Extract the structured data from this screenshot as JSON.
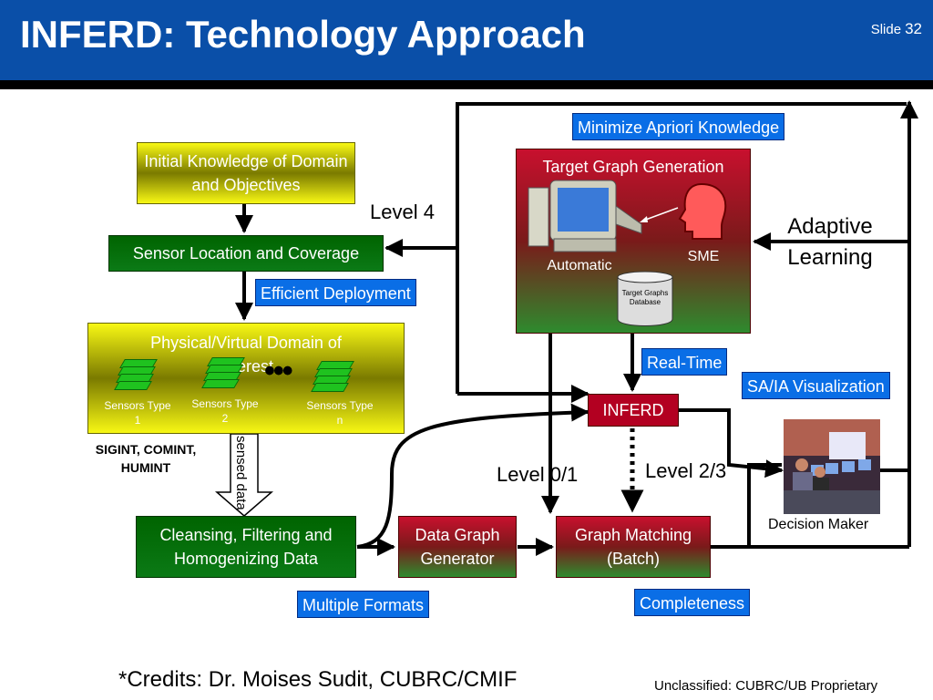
{
  "slide": {
    "title": "INFERD: Technology Approach",
    "slide_label": "Slide",
    "slide_number": "32"
  },
  "nodes": {
    "initial_knowledge": "Initial Knowledge of Domain and Objectives",
    "sensor_location": "Sensor Location and Coverage",
    "domain": "Physical/Virtual Domain of Interest",
    "cleansing": "Cleansing, Filtering and Homogenizing Data",
    "data_graph": "Data Graph Generator",
    "graph_matching": "Graph Matching (Batch)",
    "target_graph": "Target Graph Generation",
    "inferd": "INFERD"
  },
  "sensors": [
    {
      "label": "Sensors Type 1"
    },
    {
      "label": "Sensors Type 2"
    },
    {
      "label": "Sensors Type n"
    }
  ],
  "ellipsis": "•••",
  "target_graph_parts": {
    "automatic": "Automatic",
    "sme": "SME",
    "database": "Target Graphs Database"
  },
  "tags": {
    "minimize": "Minimize Apriori Knowledge",
    "efficient": "Efficient Deployment",
    "realtime": "Real-Time",
    "sa_ia": "SA/IA Visualization",
    "multiple": "Multiple Formats",
    "completeness": "Completeness"
  },
  "labels": {
    "level4": "Level 4",
    "level01": "Level 0/1",
    "level23": "Level 2/3",
    "adaptive": "Adaptive Learning",
    "sigint": "SIGINT, COMINT, HUMINT",
    "sensed": "sensed data",
    "decision_maker": "Decision Maker"
  },
  "footer": {
    "credits": "*Credits: Dr. Moises Sudit, CUBRC/CMIF",
    "classification": "Unclassified:  CUBRC/UB Proprietary"
  },
  "colors": {
    "header": "#0a4fa8",
    "tag": "#0a6ee6",
    "green_node": "#006400",
    "yellow_node": "#f8f814",
    "red_node": "#c8102e"
  }
}
